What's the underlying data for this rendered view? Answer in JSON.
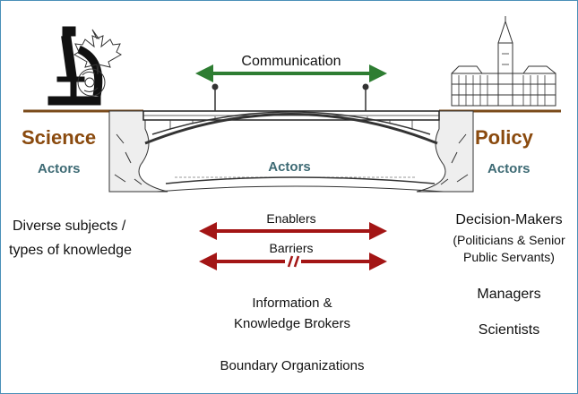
{
  "science": {
    "title": "Science",
    "actors": "Actors",
    "desc_line1": "Diverse subjects /",
    "desc_line2": "types of knowledge"
  },
  "policy": {
    "title": "Policy",
    "actors": "Actors",
    "decision_makers": "Decision-Makers",
    "decision_sub1": "(Politicians & Senior",
    "decision_sub2": "Public Servants)",
    "managers": "Managers",
    "scientists": "Scientists"
  },
  "bridge": {
    "communication": "Communication",
    "actors": "Actors",
    "enablers": "Enablers",
    "barriers": "Barriers",
    "brokers_line1": "Information &",
    "brokers_line2": "Knowledge Brokers",
    "boundary": "Boundary Organizations"
  },
  "colors": {
    "communication_arrow": "#2e7d32",
    "enabler_barrier_arrow": "#a31515",
    "title_brown": "#8a4a0e",
    "actors_teal": "#3d6a74",
    "frame_blue": "#4a90b8"
  },
  "icons": [
    "microscope-icon",
    "maple-leaf-icon",
    "parliament-building-icon",
    "bridge-illustration"
  ]
}
